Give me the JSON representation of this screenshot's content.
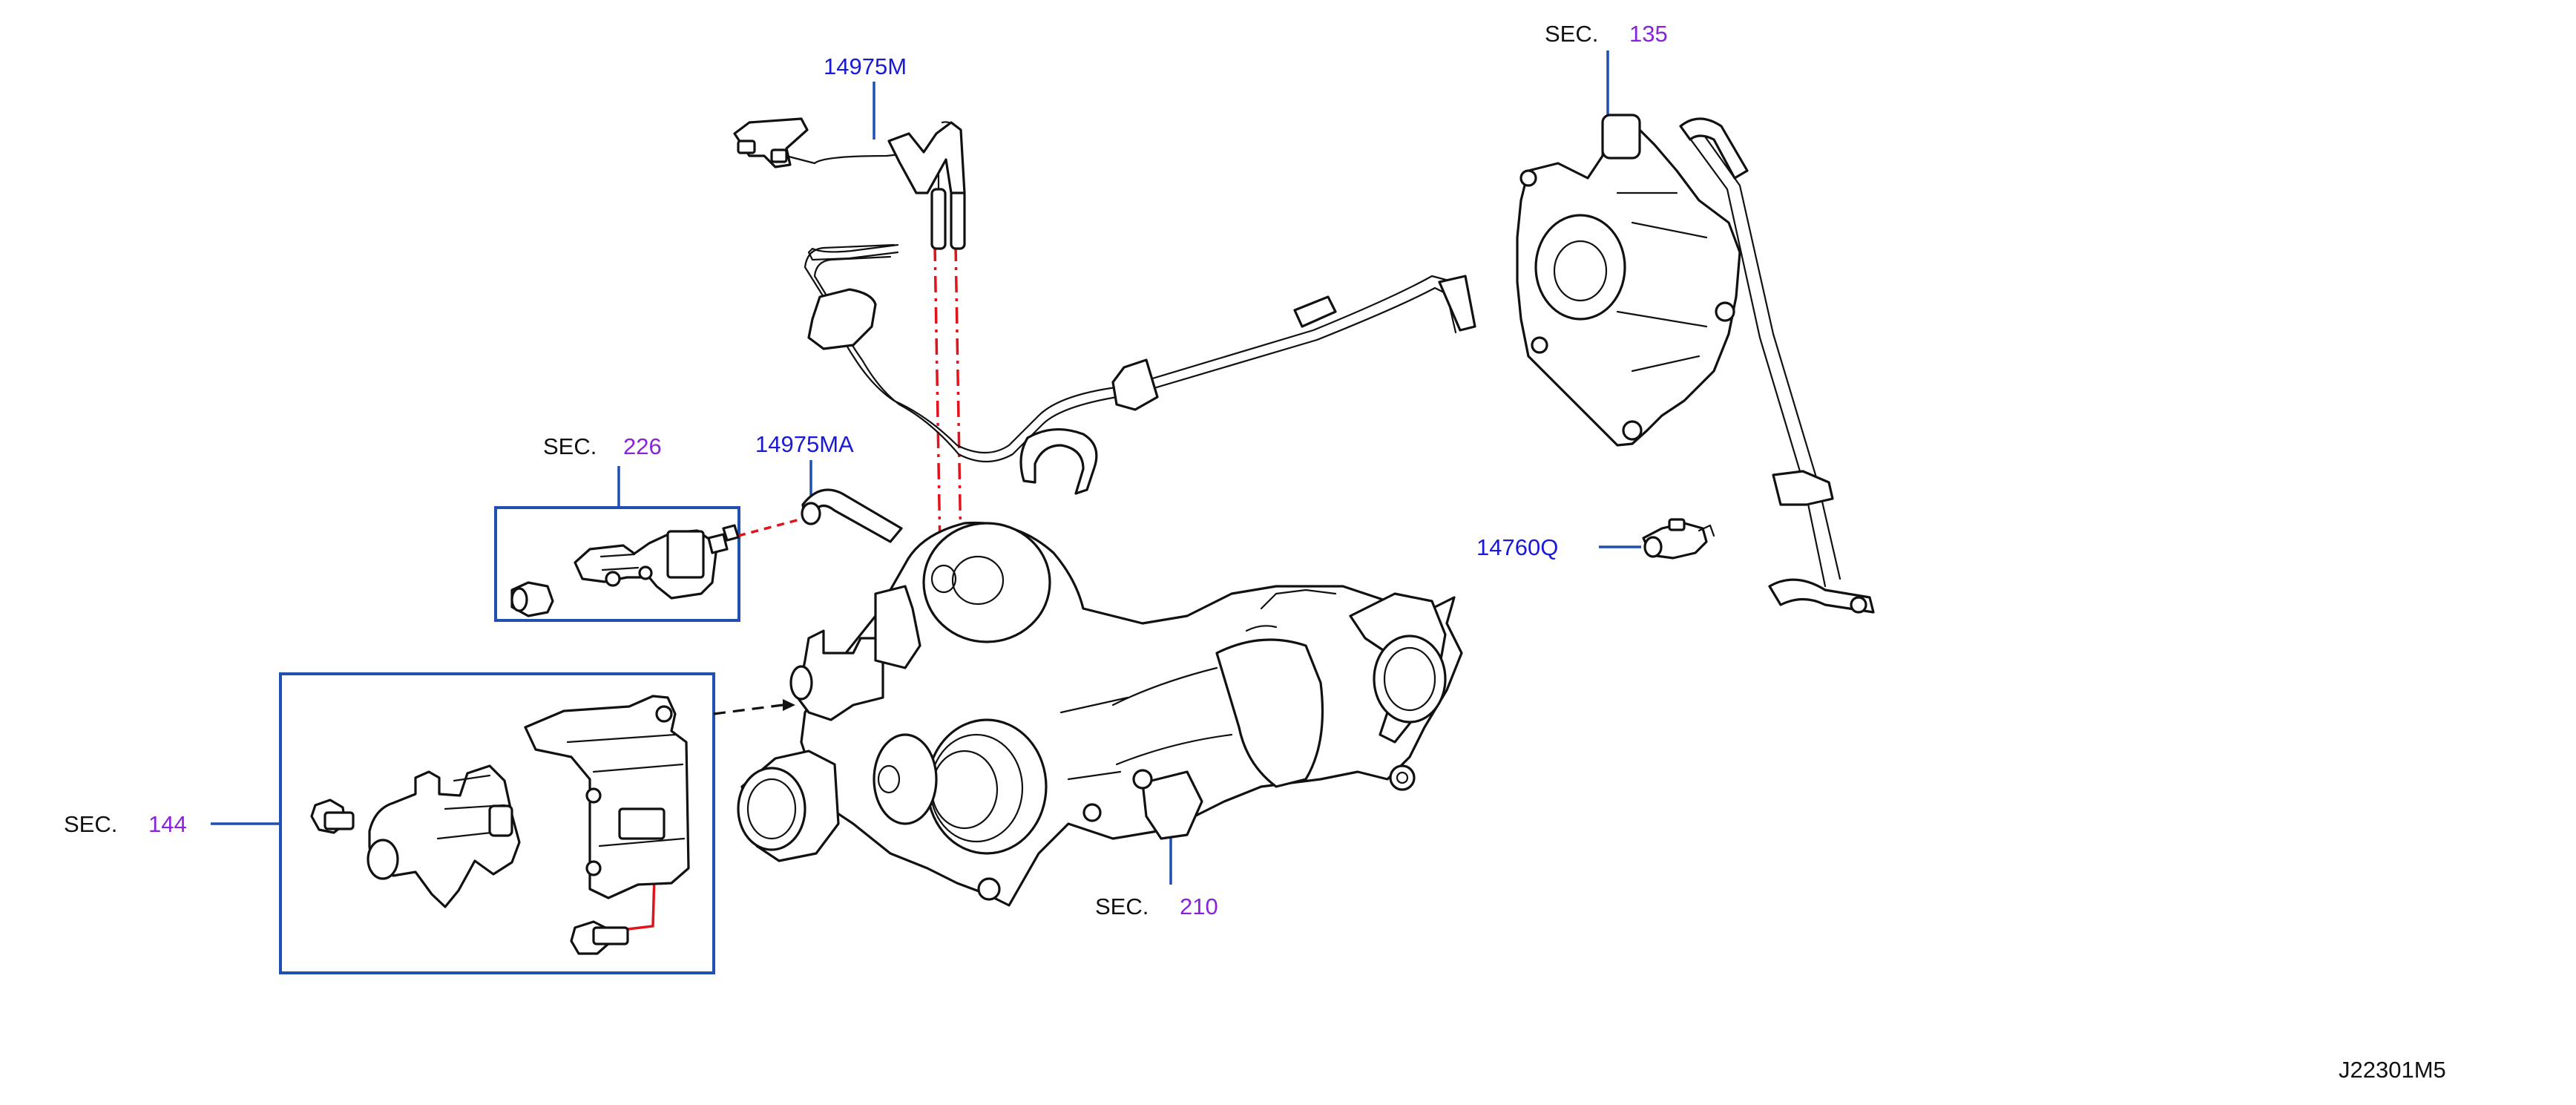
{
  "labels": {
    "hose_assembly": "14975M",
    "hose": "14975MA",
    "valve": "14760Q",
    "sec_word": "SEC.",
    "sec_135": "135",
    "sec_226": "226",
    "sec_144": "144",
    "sec_210": "210",
    "drawing_code": "J22301M5"
  },
  "colors": {
    "part_number_text": "#1a1ad6",
    "section_number_text": "#8a22d9",
    "leader_and_frame": "#1f4fb0",
    "connection_line": "#e0141c",
    "line_art": "#111111"
  }
}
